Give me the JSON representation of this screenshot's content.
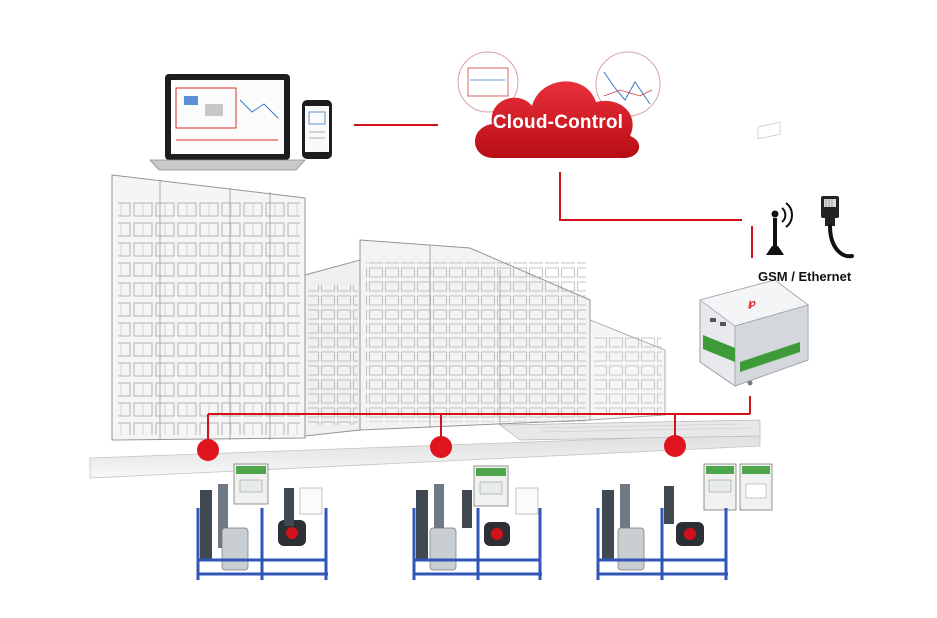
{
  "cloud": {
    "label": "Cloud-Control",
    "color": "#d2121b"
  },
  "connectivity": {
    "label": "GSM / Ethernet"
  },
  "controller": {
    "name": "controller-module",
    "color": "#d2121b"
  },
  "nodes": [
    {
      "name": "substation-1"
    },
    {
      "name": "substation-2"
    },
    {
      "name": "substation-3"
    }
  ],
  "colors": {
    "link": "#d2121b",
    "node": "#e0141e",
    "frame": "#2f56b8",
    "module": "#4fa64a"
  },
  "icons": [
    "laptop-icon",
    "smartphone-icon",
    "antenna-icon",
    "ethernet-plug-icon",
    "building-illustration"
  ]
}
